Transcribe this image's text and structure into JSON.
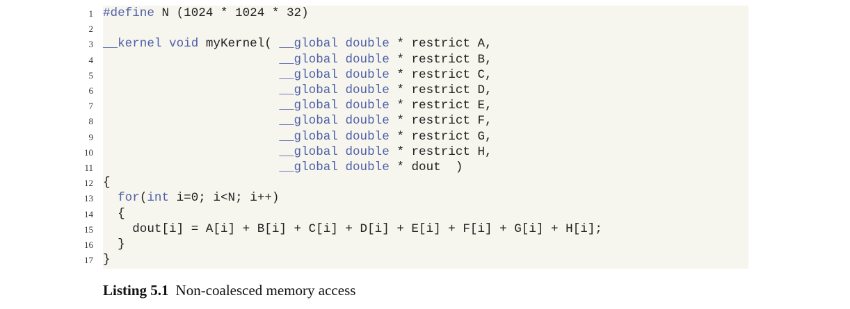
{
  "listing": {
    "lines": [
      {
        "number": "1",
        "segments": [
          {
            "text": "#define",
            "style": "kw"
          },
          {
            "text": " N (1024 * 1024 * 32)",
            "style": "plain"
          }
        ]
      },
      {
        "number": "2",
        "segments": []
      },
      {
        "number": "3",
        "segments": [
          {
            "text": "__kernel",
            "style": "kw"
          },
          {
            "text": " ",
            "style": "plain"
          },
          {
            "text": "void",
            "style": "kw"
          },
          {
            "text": " myKernel( ",
            "style": "plain"
          },
          {
            "text": "__global",
            "style": "kw"
          },
          {
            "text": " ",
            "style": "plain"
          },
          {
            "text": "double",
            "style": "kw"
          },
          {
            "text": " * restrict A,",
            "style": "plain"
          }
        ]
      },
      {
        "number": "4",
        "segments": [
          {
            "text": "                        ",
            "style": "plain"
          },
          {
            "text": "__global",
            "style": "kw"
          },
          {
            "text": " ",
            "style": "plain"
          },
          {
            "text": "double",
            "style": "kw"
          },
          {
            "text": " * restrict B,",
            "style": "plain"
          }
        ]
      },
      {
        "number": "5",
        "segments": [
          {
            "text": "                        ",
            "style": "plain"
          },
          {
            "text": "__global",
            "style": "kw"
          },
          {
            "text": " ",
            "style": "plain"
          },
          {
            "text": "double",
            "style": "kw"
          },
          {
            "text": " * restrict C,",
            "style": "plain"
          }
        ]
      },
      {
        "number": "6",
        "segments": [
          {
            "text": "                        ",
            "style": "plain"
          },
          {
            "text": "__global",
            "style": "kw"
          },
          {
            "text": " ",
            "style": "plain"
          },
          {
            "text": "double",
            "style": "kw"
          },
          {
            "text": " * restrict D,",
            "style": "plain"
          }
        ]
      },
      {
        "number": "7",
        "segments": [
          {
            "text": "                        ",
            "style": "plain"
          },
          {
            "text": "__global",
            "style": "kw"
          },
          {
            "text": " ",
            "style": "plain"
          },
          {
            "text": "double",
            "style": "kw"
          },
          {
            "text": " * restrict E,",
            "style": "plain"
          }
        ]
      },
      {
        "number": "8",
        "segments": [
          {
            "text": "                        ",
            "style": "plain"
          },
          {
            "text": "__global",
            "style": "kw"
          },
          {
            "text": " ",
            "style": "plain"
          },
          {
            "text": "double",
            "style": "kw"
          },
          {
            "text": " * restrict F,",
            "style": "plain"
          }
        ]
      },
      {
        "number": "9",
        "segments": [
          {
            "text": "                        ",
            "style": "plain"
          },
          {
            "text": "__global",
            "style": "kw"
          },
          {
            "text": " ",
            "style": "plain"
          },
          {
            "text": "double",
            "style": "kw"
          },
          {
            "text": " * restrict G,",
            "style": "plain"
          }
        ]
      },
      {
        "number": "10",
        "segments": [
          {
            "text": "                        ",
            "style": "plain"
          },
          {
            "text": "__global",
            "style": "kw"
          },
          {
            "text": " ",
            "style": "plain"
          },
          {
            "text": "double",
            "style": "kw"
          },
          {
            "text": " * restrict H,",
            "style": "plain"
          }
        ]
      },
      {
        "number": "11",
        "segments": [
          {
            "text": "                        ",
            "style": "plain"
          },
          {
            "text": "__global",
            "style": "kw"
          },
          {
            "text": " ",
            "style": "plain"
          },
          {
            "text": "double",
            "style": "kw"
          },
          {
            "text": " * dout  )",
            "style": "plain"
          }
        ]
      },
      {
        "number": "12",
        "segments": [
          {
            "text": "{",
            "style": "plain"
          }
        ]
      },
      {
        "number": "13",
        "segments": [
          {
            "text": "  ",
            "style": "plain"
          },
          {
            "text": "for",
            "style": "kw"
          },
          {
            "text": "(",
            "style": "plain"
          },
          {
            "text": "int",
            "style": "kw"
          },
          {
            "text": " i=0; i<N; i++)",
            "style": "plain"
          }
        ]
      },
      {
        "number": "14",
        "segments": [
          {
            "text": "  {",
            "style": "plain"
          }
        ]
      },
      {
        "number": "15",
        "segments": [
          {
            "text": "    dout[i] = A[i] + B[i] + C[i] + D[i] + E[i] + F[i] + G[i] + H[i];",
            "style": "plain"
          }
        ]
      },
      {
        "number": "16",
        "segments": [
          {
            "text": "  }",
            "style": "plain"
          }
        ]
      },
      {
        "number": "17",
        "segments": [
          {
            "text": "}",
            "style": "plain"
          }
        ]
      }
    ]
  },
  "caption": {
    "label": "Listing 5.1",
    "text": "Non-coalesced memory access"
  },
  "colors": {
    "keyword": "#5060a8",
    "code_text": "#222222",
    "code_background": "#f6f5ee"
  }
}
